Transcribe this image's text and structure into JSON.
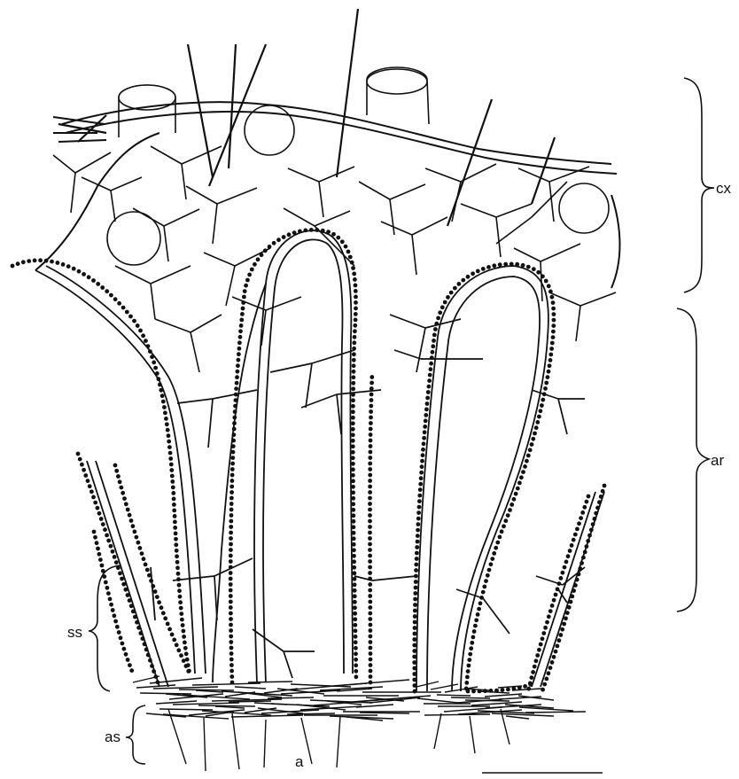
{
  "figure": {
    "labels": {
      "cx": "cx",
      "ar": "ar",
      "ss": "ss",
      "as": "as",
      "a": "a"
    },
    "colors": {
      "line": "#111111",
      "background": "#ffffff",
      "beads": "#111111"
    }
  }
}
